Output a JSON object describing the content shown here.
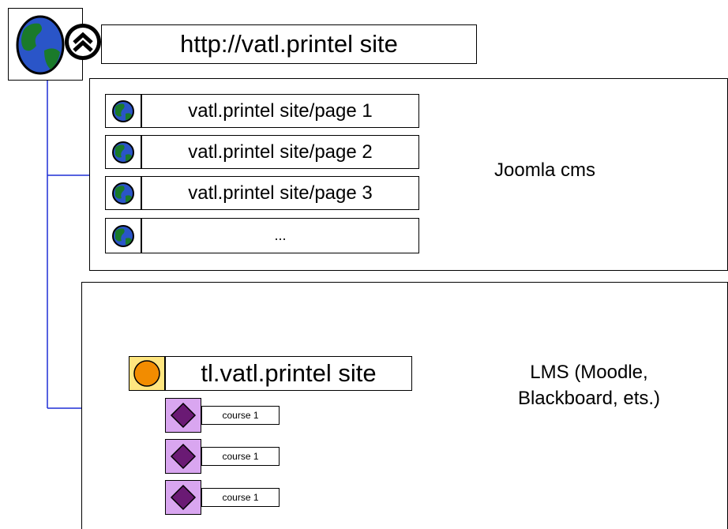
{
  "root": {
    "url_label": "http://vatl.printel site",
    "icon": "globe-icon",
    "badge_icon": "chevron-up-circle-icon"
  },
  "cms": {
    "label": "Joomla cms",
    "pages": [
      {
        "label": "vatl.printel site/page 1",
        "icon": "globe-icon"
      },
      {
        "label": "vatl.printel site/page 2",
        "icon": "globe-icon"
      },
      {
        "label": "vatl.printel site/page 3",
        "icon": "globe-icon"
      },
      {
        "label": "...",
        "icon": "globe-icon"
      }
    ]
  },
  "lms": {
    "label_line1": "LMS (Moodle,",
    "label_line2": "Blackboard, ets.)",
    "site_label": "tl.vatl.printel site",
    "site_icon": "orange-circle-icon",
    "courses": [
      {
        "label": "course 1",
        "icon": "purple-diamond-icon"
      },
      {
        "label": "course 1",
        "icon": "purple-diamond-icon"
      },
      {
        "label": "course 1",
        "icon": "purple-diamond-icon"
      }
    ]
  },
  "colors": {
    "connector": "#1f2fd6",
    "globe_land": "#1a7a2a",
    "globe_water": "#2a55c8",
    "course_bg": "#d9a6f0",
    "course_diamond": "#6a1a74",
    "site_icon_bg": "#ffe680",
    "site_circle": "#f28c00"
  }
}
